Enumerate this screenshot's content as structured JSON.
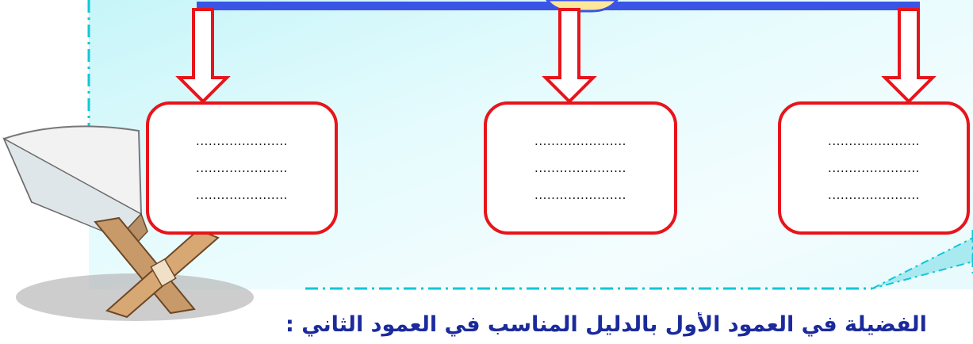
{
  "colors": {
    "bar": "#3a55e6",
    "arrow": "#e8141b",
    "frame_line": "#12c6d6",
    "caption": "#1b2a9c"
  },
  "cards": [
    {
      "position": "left",
      "lines": [
        "......................",
        "......................",
        "......................"
      ]
    },
    {
      "position": "middle",
      "lines": [
        "......................",
        "......................",
        "......................"
      ]
    },
    {
      "position": "right",
      "lines": [
        "......................",
        "......................",
        "......................"
      ]
    }
  ],
  "caption": "الفضيلة في العمود الأول بالدليل المناسب في العمود الثاني :",
  "illustration": "quran-on-stand"
}
